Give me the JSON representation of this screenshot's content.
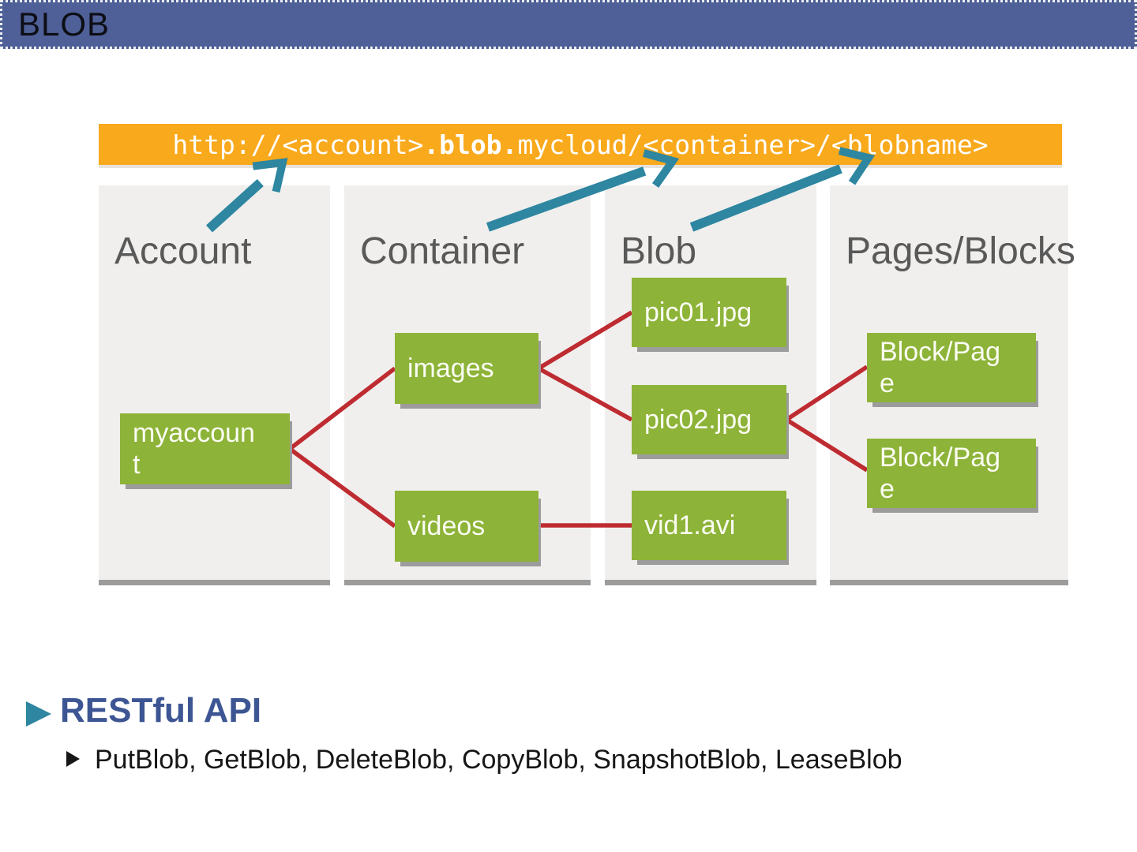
{
  "header": {
    "title": "BLOB"
  },
  "url_bar": {
    "prefix": "http://<account>",
    "highlight": ".blob.",
    "suffix": "mycloud/<container>/<blobname>"
  },
  "panels": [
    {
      "title": "Account",
      "boxes": [
        {
          "label": "myaccount"
        }
      ]
    },
    {
      "title": "Container",
      "boxes": [
        {
          "label": "images"
        },
        {
          "label": "videos"
        }
      ]
    },
    {
      "title": "Blob",
      "boxes": [
        {
          "label": "pic01.jpg"
        },
        {
          "label": "pic02.jpg"
        },
        {
          "label": "vid1.avi"
        }
      ]
    },
    {
      "title": "Pages/Blocks",
      "boxes": [
        {
          "label": "Block/Page"
        },
        {
          "label": "Block/Page"
        }
      ]
    }
  ],
  "connections": [
    {
      "from": "myaccount",
      "to": "images"
    },
    {
      "from": "myaccount",
      "to": "videos"
    },
    {
      "from": "images",
      "to": "pic01.jpg"
    },
    {
      "from": "images",
      "to": "pic02.jpg"
    },
    {
      "from": "videos",
      "to": "vid1.avi"
    },
    {
      "from": "pic02.jpg",
      "to": "Block/Page (top)"
    },
    {
      "from": "pic02.jpg",
      "to": "Block/Page (bottom)"
    }
  ],
  "url_arrows": [
    {
      "from_panel": "Account",
      "points_to": "<account>"
    },
    {
      "from_panel": "Container",
      "points_to": "<container>"
    },
    {
      "from_panel": "Blob",
      "points_to": "<blobname>"
    }
  ],
  "bullets": {
    "heading": "RESTful API",
    "items": [
      "PutBlob, GetBlob, DeleteBlob, CopyBlob, SnapshotBlob, LeaseBlob"
    ]
  },
  "colors": {
    "header_blue": "#4E6097",
    "banner_orange": "#F9A91C",
    "box_green": "#8DB338",
    "connector_red": "#BE2B31",
    "arrow_teal": "#2E86A0",
    "panel_gray": "#F0EFED",
    "shadow_gray": "#9C9C9C",
    "title_gray": "#595959",
    "heading_blue": "#3D5693"
  }
}
